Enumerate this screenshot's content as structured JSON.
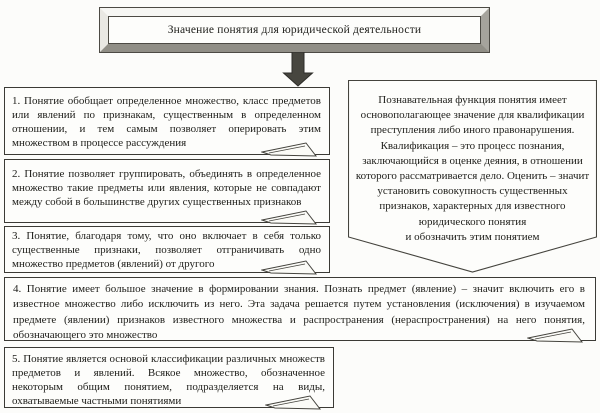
{
  "diagram": {
    "title": "Значение понятия для юридической деятельности",
    "notes": [
      {
        "text": "1. Понятие обобщает определенное множество, класс предметов или явлений по признакам, существенным в определенном отношении, и тем самым позволяет оперировать этим множеством в процессе рассуждения"
      },
      {
        "text": "2. Понятие позволяет группировать, объединять в определенное множество такие предметы или явления, которые не совпадают между собой в большинстве других существенных признаков"
      },
      {
        "text": "3. Понятие, благодаря тому, что оно включает в себя только существенные признаки, позволяет отграничивать одно множество предметов (явлений) от другого"
      },
      {
        "text": "4. Понятие имеет большое значение в формировании знания. Познать предмет (явление) – значит включить его в известное множество либо исключить из него. Эта задача решается путем установления (исключения) в изучаемом предмете (явлении) признаков известного множества и распространения (нераспространения) на него понятия, обозначающего это множество"
      },
      {
        "text": "5. Понятие является основой классификации различных множеств предметов и явлений. Всякое множество, обозначенное некоторым общим понятием, подразделяется на виды, охватываемые частными понятиями"
      }
    ],
    "callout": {
      "lines": [
        "Познавательная функция понятия имеет",
        "основополагающее значение для квалификации",
        "преступления либо иного правонарушения.",
        "Квалификация – это процесс познания,",
        "заключающийся в оценке деяния, в отношении",
        "которого рассматривается дело. Оценить – значит",
        "установить совокупность существенных",
        "признаков, характерных для известного",
        "юридического понятия",
        "и обозначить этим понятием"
      ]
    },
    "colors": {
      "ink": "#3b3a35",
      "paper": "#fdfdfb",
      "arrow": "#47463f",
      "bevel_light": "#f6f6f3",
      "bevel_dark": "#908e86"
    }
  }
}
